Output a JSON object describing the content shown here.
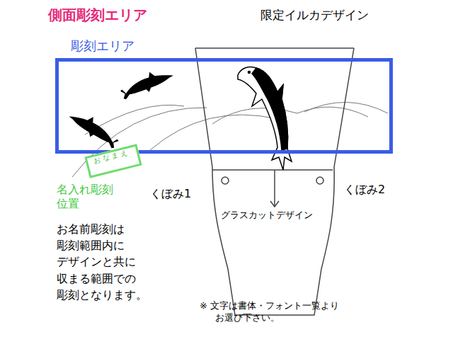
{
  "diagram": {
    "title": "側面彫刻エリア",
    "nodes": [
      {
        "text": [
          "彫刻エリア"
        ]
      },
      {
        "text": [
          "おなまえ"
        ]
      }
    ],
    "labels": [
      "限定イルカデザイン",
      "名入れ彫刻 位置",
      "くぼみ1",
      "くぼみ2",
      "グラスカットデザイン",
      "お名前彫刻は 彫刻範囲内に デザインと共に 収まる範囲での 彫刻となります。",
      "※ 文字は書体・フォント一覧より お選び下さい。"
    ]
  }
}
